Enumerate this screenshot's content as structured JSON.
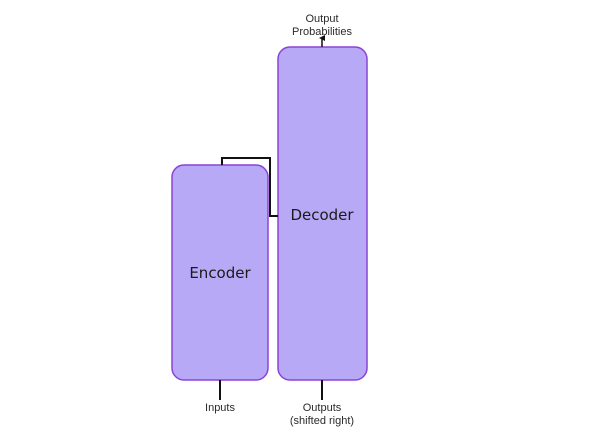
{
  "diagram": {
    "output_label_line1": "Output",
    "output_label_line2": "Probabilities",
    "encoder_label": "Encoder",
    "decoder_label": "Decoder",
    "inputs_label": "Inputs",
    "outputs_label_line1": "Outputs",
    "outputs_label_line2": "(shifted right)",
    "colors": {
      "block_fill": "#b8a9f7",
      "block_stroke": "#8a44d6",
      "line": "#111111"
    }
  }
}
